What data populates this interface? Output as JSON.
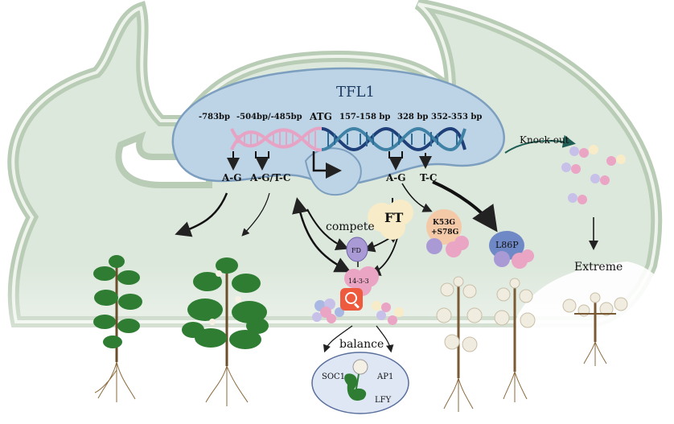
{
  "colors": {
    "cell_fill": "#dde8dc",
    "cell_stroke": "#b9ccb6",
    "nucleus_fill": "#bdd3e6",
    "nucleus_stroke": "#7d9fbf",
    "dna_pink": "#e7a3c4",
    "dna_blue": "#1f3f78",
    "fd_purple": "#a99ad6",
    "protein_pink": "#eaa4c4",
    "ft_cream": "#f8ebc7",
    "l86p_blue": "#6f88c6",
    "plant_green": "#2e7d32",
    "alert_red": "#ee5a3e"
  },
  "labels": {
    "gene_name": "TFL1",
    "site_783": "-783bp",
    "site_504_485": "-504bp/-485bp",
    "atg": "ATG",
    "site_157_158": "157-158 bp",
    "site_328": "328 bp",
    "site_352_353": "352-353 bp",
    "mut_ag_left": "A-G",
    "mut_ag_tc": "A-G/T-C",
    "mut_ag_right": "A-G",
    "mut_tc_right": "T-C",
    "knockout": "Knock-out",
    "compete": "compete",
    "ft": "FT",
    "fd": "FD",
    "p1433": "14-3-3",
    "k53g_line1": "K53G",
    "k53g_line2": "+S78G",
    "l86p": "L86P",
    "extreme": "Extreme",
    "balance": "balance",
    "soc1": "SOC1",
    "ap1": "AP1",
    "lfy": "LFY"
  },
  "icons": {
    "search_badge": "search-icon"
  }
}
